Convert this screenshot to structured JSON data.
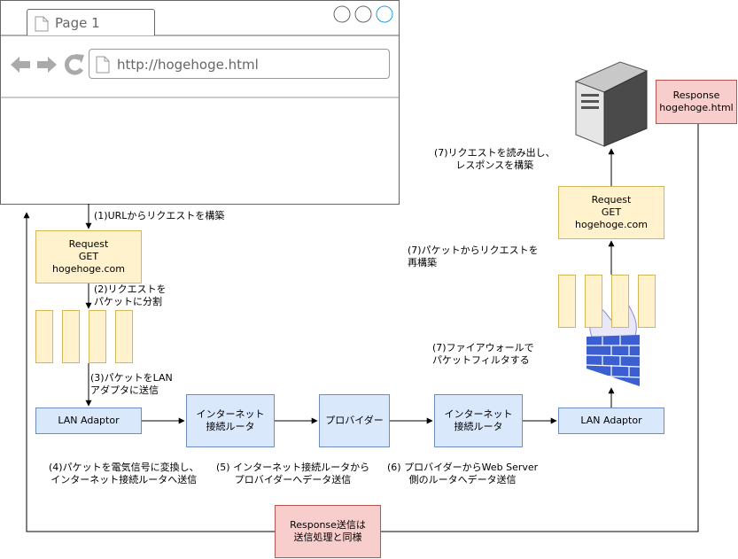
{
  "browser": {
    "tab_title": "Page 1",
    "url": "http://hogehoge.html"
  },
  "boxes": {
    "request_client": [
      "Request",
      "GET",
      "hogehoge.com"
    ],
    "request_server": [
      "Request",
      "GET",
      "hogehoge.com"
    ],
    "lan_adaptor_client": "LAN Adaptor",
    "router_client": [
      "インターネット",
      "接続ルータ"
    ],
    "provider": "プロバイダー",
    "router_server": [
      "インターネット",
      "接続ルータ"
    ],
    "lan_adaptor_server": "LAN Adaptor",
    "response_server": [
      "Response",
      "hogehoge.html"
    ],
    "response_bottom": [
      "Response送信は",
      "送信処理と同様"
    ]
  },
  "steps": {
    "s1": [
      "(1)URLからリクエストを構築"
    ],
    "s2": [
      "(2)リクエストを",
      "パケットに分割"
    ],
    "s3": [
      "(3)パケットをLAN",
      "アダプタに送信"
    ],
    "s4": [
      "(4)パケットを電気信号に変換し、",
      "インターネット接続ルータへ送信"
    ],
    "s5": [
      "(5) インターネット接続ルータから",
      "プロバイダーへデータ送信"
    ],
    "s6": [
      "(6) プロバイダーからWeb Server",
      "側のルータへデータ送信"
    ],
    "s7_firewall": [
      "(7)ファイアウォールで",
      "パケットフィルタする"
    ],
    "s7_rebuild": [
      "(7)パケットからリクエストを",
      "再構築"
    ],
    "s7_read": [
      "(7)リクエストを読み出し、",
      "レスポンスを構築"
    ]
  },
  "colors": {
    "request_fill": "#fff2cc",
    "request_stroke": "#d6b656",
    "network_fill": "#dae8fc",
    "network_stroke": "#6c8ebf",
    "response_fill": "#f8cecc",
    "response_stroke": "#b85450",
    "firewall": "#3b5fd1"
  },
  "icons": [
    "document-icon",
    "back-arrow-icon",
    "forward-arrow-icon",
    "reload-icon",
    "window-control-icon",
    "server-icon",
    "firewall-icon"
  ]
}
